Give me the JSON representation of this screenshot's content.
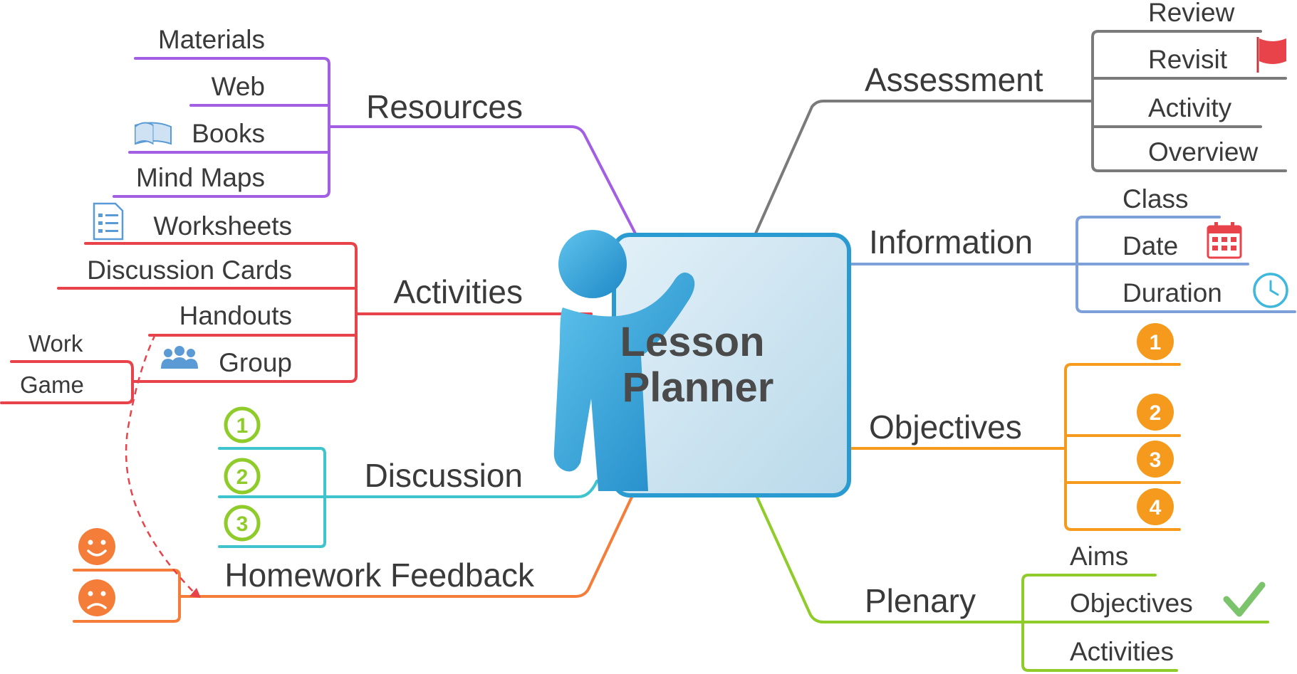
{
  "center": {
    "line1": "Lesson",
    "line2": "Planner"
  },
  "colors": {
    "resources": "#a35fe3",
    "activities": "#e8434b",
    "discussion": "#3fc3cc",
    "homework": "#f47d3a",
    "assessment": "#7a7a7a",
    "information": "#7ea0d8",
    "objectives": "#f59a1c",
    "plenary": "#8fcc2a",
    "figure": "#2a9bd0"
  },
  "branches": {
    "resources": {
      "label": "Resources",
      "children": [
        "Materials",
        "Web",
        "Books",
        "Mind Maps"
      ]
    },
    "activities": {
      "label": "Activities",
      "children": [
        "Worksheets",
        "Discussion Cards",
        "Handouts",
        "Group"
      ],
      "group_children": [
        "Work",
        "Game"
      ]
    },
    "discussion": {
      "label": "Discussion",
      "numbers": [
        "1",
        "2",
        "3"
      ]
    },
    "homework": {
      "label": "Homework Feedback"
    },
    "assessment": {
      "label": "Assessment",
      "children": [
        "Review",
        "Revisit",
        "Activity",
        "Overview"
      ]
    },
    "information": {
      "label": "Information",
      "children": [
        "Class",
        "Date",
        "Duration"
      ]
    },
    "objectives": {
      "label": "Objectives",
      "numbers": [
        "1",
        "2",
        "3",
        "4"
      ]
    },
    "plenary": {
      "label": "Plenary",
      "children": [
        "Aims",
        "Objectives",
        "Activities"
      ]
    }
  },
  "icons": {
    "books": "open-book-icon",
    "worksheets": "checklist-document-icon",
    "group": "people-group-icon",
    "revisit": "red-flag-icon",
    "date": "calendar-icon",
    "duration": "clock-icon",
    "objectives_check": "check-mark-icon",
    "happy": "happy-face-icon",
    "sad": "sad-face-icon"
  }
}
